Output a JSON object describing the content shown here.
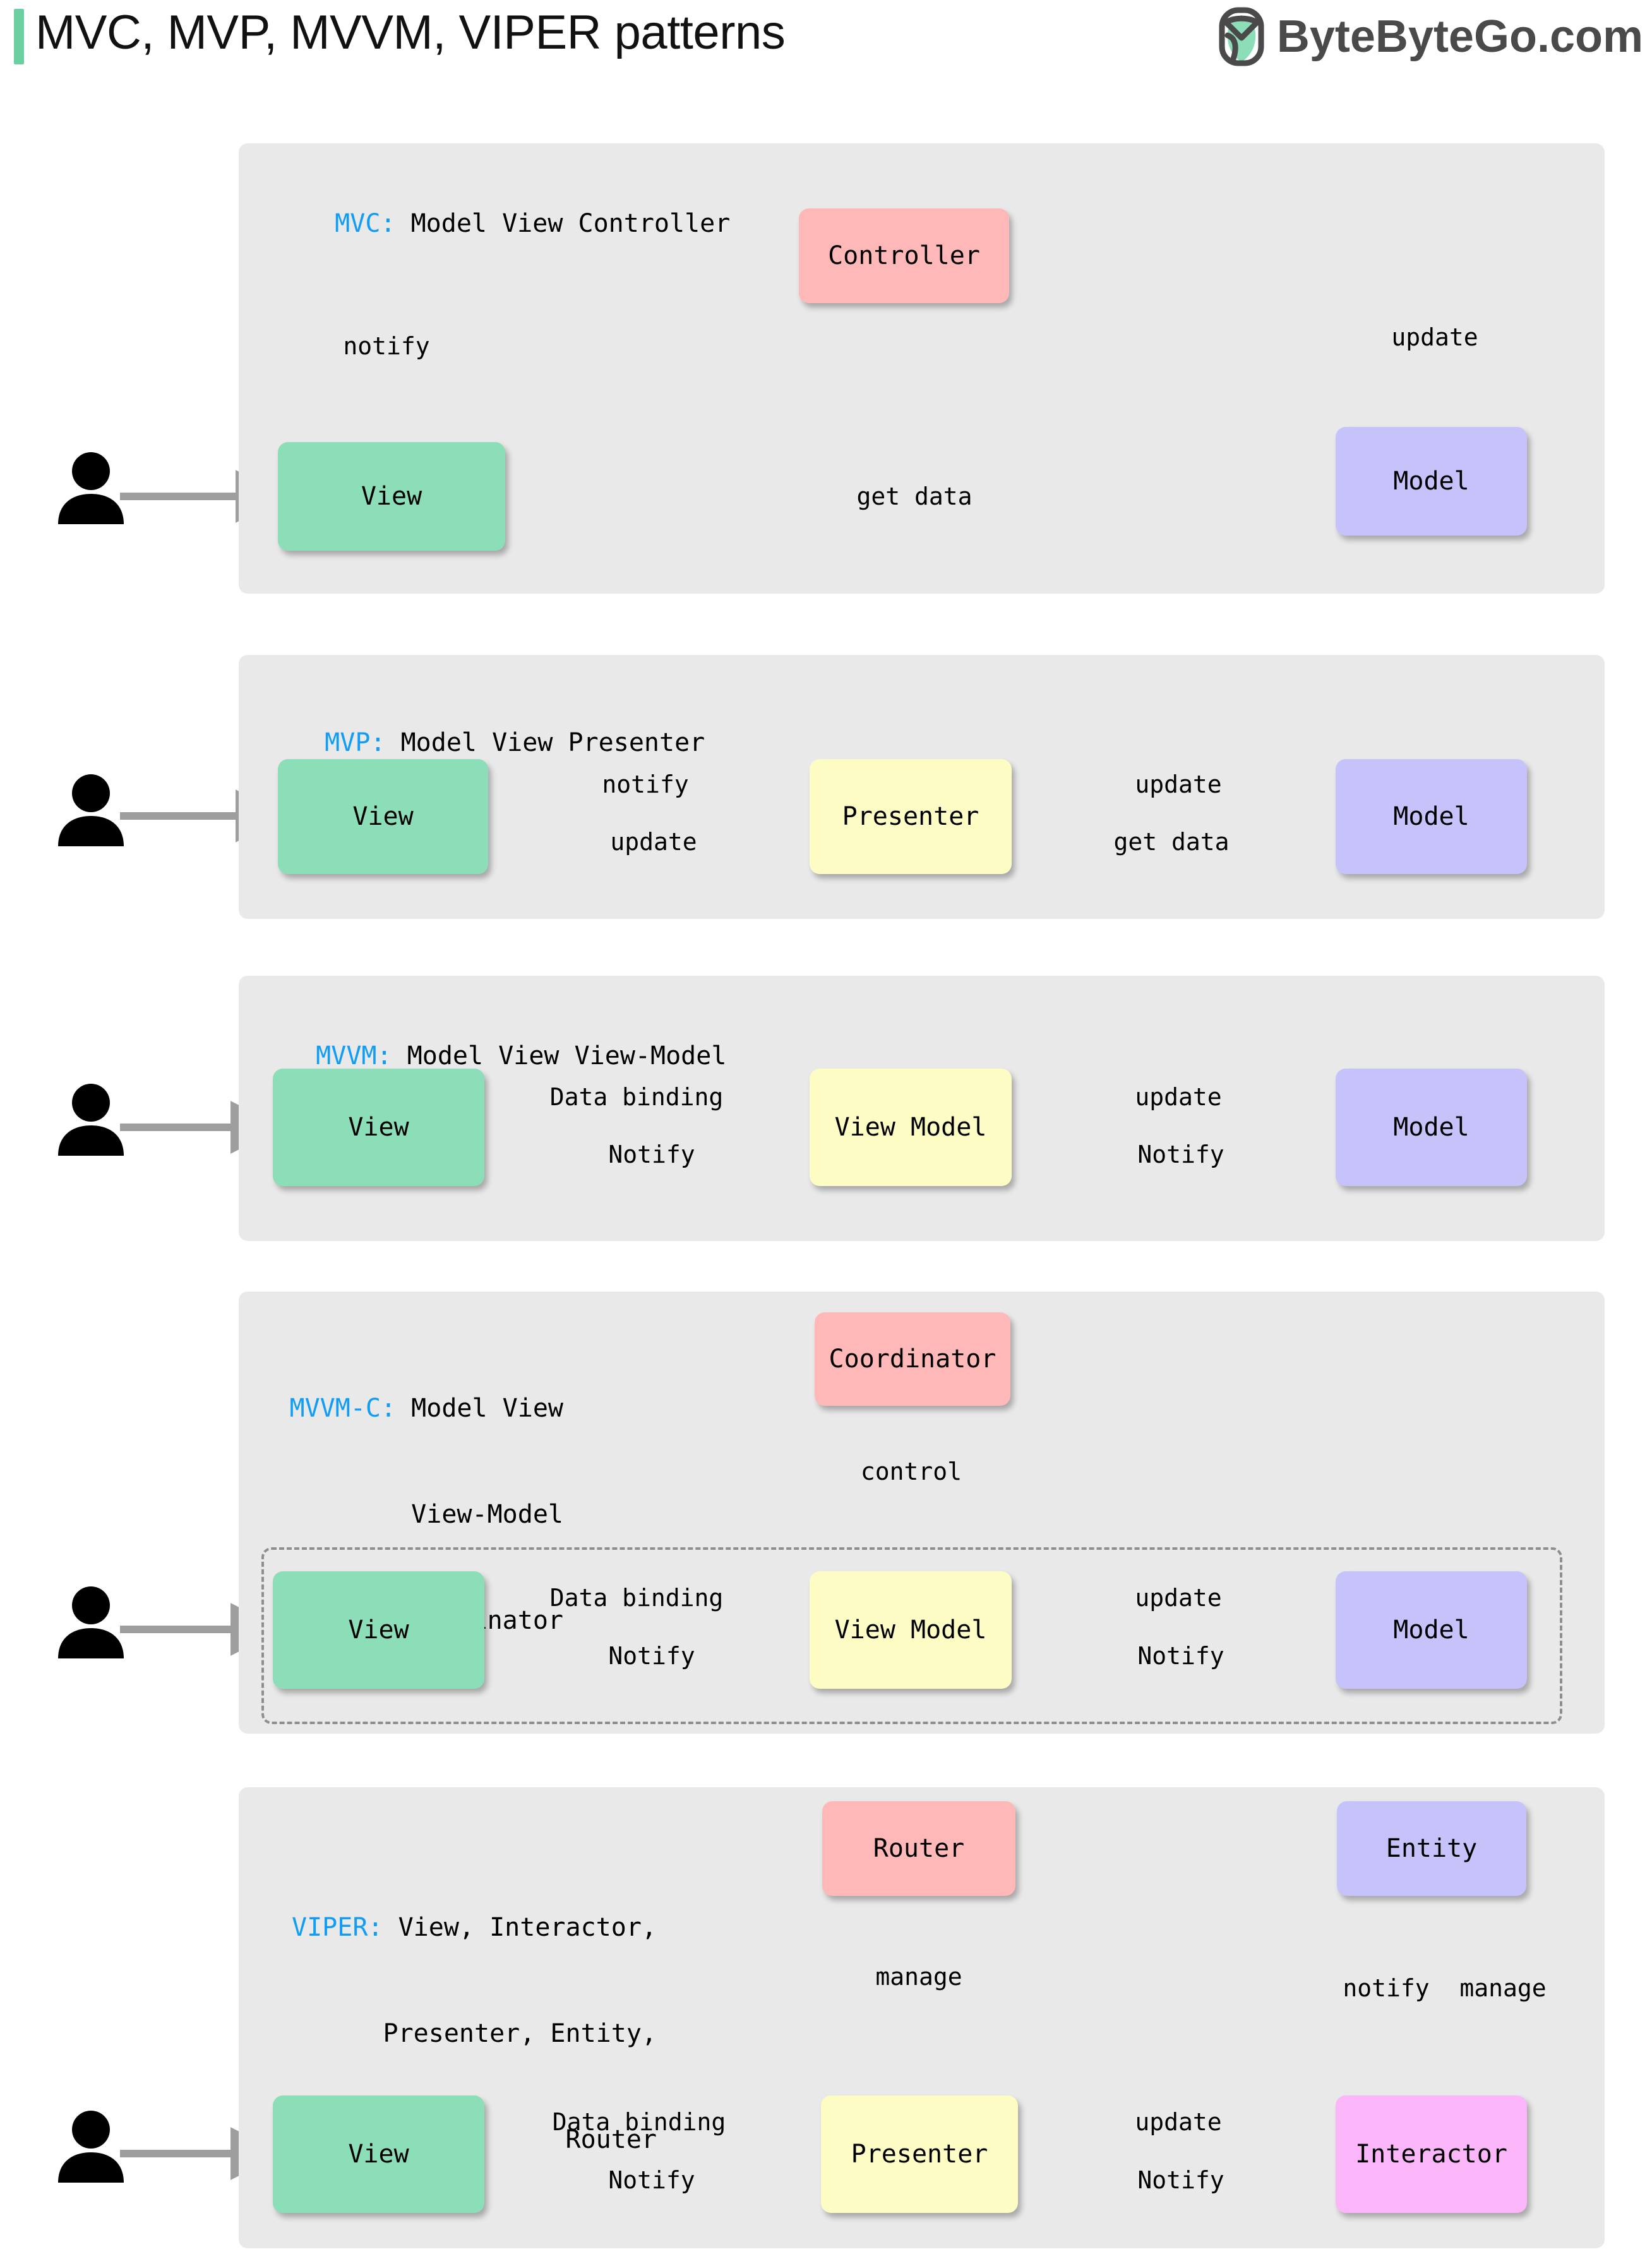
{
  "header": {
    "title": "MVC, MVP, MVVM, VIPER patterns",
    "accent_color": "#6CCFA2",
    "brand_name": "ByteByteGo.com",
    "brand_logo_icon": "bytebytego-leaf-logo-icon",
    "brand_text_color": "#4A4A4A"
  },
  "palette": {
    "panel_bg": "#E9E9E9",
    "view": "#8CDEB9",
    "model": "#C6C3FB",
    "controller": "#FFB8B8",
    "presenter": "#FCFCC4",
    "interactor": "#FBB6F9",
    "arrow": "#9E9E9E",
    "keyword_blue": "#119DF5"
  },
  "sections": [
    {
      "id": "mvc",
      "keyword": "MVC:",
      "title_lines": [
        "Model View Controller"
      ],
      "nodes": [
        {
          "id": "view",
          "label": "View",
          "style": "view"
        },
        {
          "id": "controller",
          "label": "Controller",
          "style": "controller"
        },
        {
          "id": "model",
          "label": "Model",
          "style": "model"
        }
      ],
      "edges": [
        {
          "from": "user",
          "to": "view",
          "label": ""
        },
        {
          "from": "view",
          "to": "controller",
          "label": "notify",
          "style": "solid"
        },
        {
          "from": "controller",
          "to": "model",
          "label": "update",
          "style": "solid"
        },
        {
          "from": "model",
          "to": "view",
          "label": "get data",
          "style": "solid"
        }
      ]
    },
    {
      "id": "mvp",
      "keyword": "MVP:",
      "title_lines": [
        "Model View Presenter"
      ],
      "nodes": [
        {
          "id": "view",
          "label": "View",
          "style": "view"
        },
        {
          "id": "presenter",
          "label": "Presenter",
          "style": "presenter"
        },
        {
          "id": "model",
          "label": "Model",
          "style": "model"
        }
      ],
      "edges": [
        {
          "from": "user",
          "to": "view",
          "label": ""
        },
        {
          "from": "view",
          "to": "presenter",
          "label": "notify",
          "style": "solid"
        },
        {
          "from": "presenter",
          "to": "model",
          "label": "update",
          "style": "solid"
        },
        {
          "from": "presenter",
          "to": "view",
          "label": "update",
          "style": "solid"
        },
        {
          "from": "model",
          "to": "presenter",
          "label": "get data",
          "style": "solid"
        }
      ]
    },
    {
      "id": "mvvm",
      "keyword": "MVVM:",
      "title_lines": [
        "Model View View-Model"
      ],
      "nodes": [
        {
          "id": "view",
          "label": "View",
          "style": "view"
        },
        {
          "id": "viewmodel",
          "label": "View Model",
          "style": "presenter"
        },
        {
          "id": "model",
          "label": "Model",
          "style": "model"
        }
      ],
      "edges": [
        {
          "from": "user",
          "to": "view",
          "label": ""
        },
        {
          "from": "view",
          "to": "viewmodel",
          "label": "Data binding",
          "style": "solid"
        },
        {
          "from": "viewmodel",
          "to": "model",
          "label": "update",
          "style": "solid"
        },
        {
          "from": "viewmodel",
          "to": "view",
          "label": "Notify",
          "style": "dashed"
        },
        {
          "from": "model",
          "to": "viewmodel",
          "label": "Notify",
          "style": "dashed"
        }
      ]
    },
    {
      "id": "mvvmc",
      "keyword": "MVVM-C:",
      "title_lines": [
        "Model View",
        "View-Model",
        "Coordinator"
      ],
      "nodes": [
        {
          "id": "coordinator",
          "label": "Coordinator",
          "style": "controller"
        },
        {
          "id": "view",
          "label": "View",
          "style": "view"
        },
        {
          "id": "viewmodel",
          "label": "View Model",
          "style": "presenter"
        },
        {
          "id": "model",
          "label": "Model",
          "style": "model"
        }
      ],
      "edges": [
        {
          "from": "coordinator",
          "to": "group",
          "label": "control",
          "style": "solid"
        },
        {
          "from": "user",
          "to": "view",
          "label": ""
        },
        {
          "from": "view",
          "to": "viewmodel",
          "label": "Data binding",
          "style": "solid"
        },
        {
          "from": "viewmodel",
          "to": "model",
          "label": "update",
          "style": "solid"
        },
        {
          "from": "viewmodel",
          "to": "view",
          "label": "Notify",
          "style": "dashed"
        },
        {
          "from": "model",
          "to": "viewmodel",
          "label": "Notify",
          "style": "dashed"
        }
      ],
      "dashed_group": true
    },
    {
      "id": "viper",
      "keyword": "VIPER:",
      "title_lines": [
        "View, Interactor,",
        "Presenter, Entity,",
        "Router"
      ],
      "nodes": [
        {
          "id": "router",
          "label": "Router",
          "style": "controller"
        },
        {
          "id": "entity",
          "label": "Entity",
          "style": "model"
        },
        {
          "id": "view",
          "label": "View",
          "style": "view"
        },
        {
          "id": "presenter",
          "label": "Presenter",
          "style": "presenter"
        },
        {
          "id": "interactor",
          "label": "Interactor",
          "style": "interactor"
        }
      ],
      "edges": [
        {
          "from": "router",
          "to": "presenter",
          "label": "manage",
          "style": "solid"
        },
        {
          "from": "entity",
          "to": "interactor",
          "label": "notify",
          "style": "solid"
        },
        {
          "from": "interactor",
          "to": "entity",
          "label": "manage",
          "style": "solid"
        },
        {
          "from": "user",
          "to": "view",
          "label": ""
        },
        {
          "from": "view",
          "to": "presenter",
          "label": "Data binding",
          "style": "solid"
        },
        {
          "from": "presenter",
          "to": "interactor",
          "label": "update",
          "style": "solid"
        },
        {
          "from": "presenter",
          "to": "view",
          "label": "Notify",
          "style": "dashed"
        },
        {
          "from": "interactor",
          "to": "presenter",
          "label": "Notify",
          "style": "dashed"
        }
      ]
    }
  ],
  "user_icon_label": "user-icon"
}
